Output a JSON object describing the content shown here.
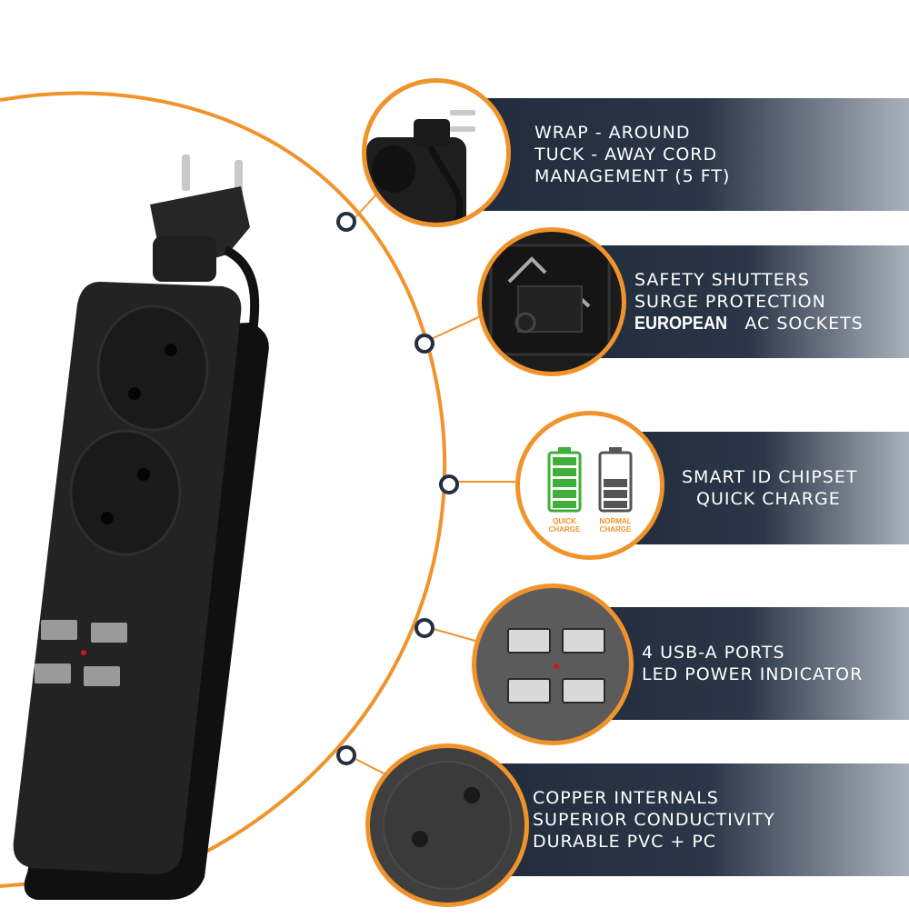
{
  "features": [
    {
      "lines": [
        "WRAP - AROUND",
        "TUCK - AWAY CORD",
        "MANAGEMENT (5 FT)"
      ]
    },
    {
      "lines": [
        "SAFETY SHUTTERS",
        "SURGE PROTECTION"
      ],
      "last_line_prefix": "EUROPEAN",
      "last_line_suffix": "AC SOCKETS"
    },
    {
      "lines": [
        "SMART ID CHIPSET",
        "QUICK CHARGE"
      ],
      "battery_labels": {
        "quick_1": "QUICK",
        "quick_2": "CHARGE",
        "normal_1": "NORMAL",
        "normal_2": "CHARGE"
      }
    },
    {
      "lines": [
        "4 USB-A PORTS",
        "LED POWER INDICATOR"
      ]
    },
    {
      "lines": [
        "COPPER INTERNALS",
        "SUPERIOR CONDUCTIVITY",
        "DURABLE PVC + PC"
      ]
    }
  ],
  "colors": {
    "accent_orange": "#f0932b",
    "banner_navy": "#23303f",
    "product_black": "#1c1c1c",
    "battery_green": "#3fae3a",
    "battery_grey": "#555555",
    "led_red": "#d01818"
  }
}
